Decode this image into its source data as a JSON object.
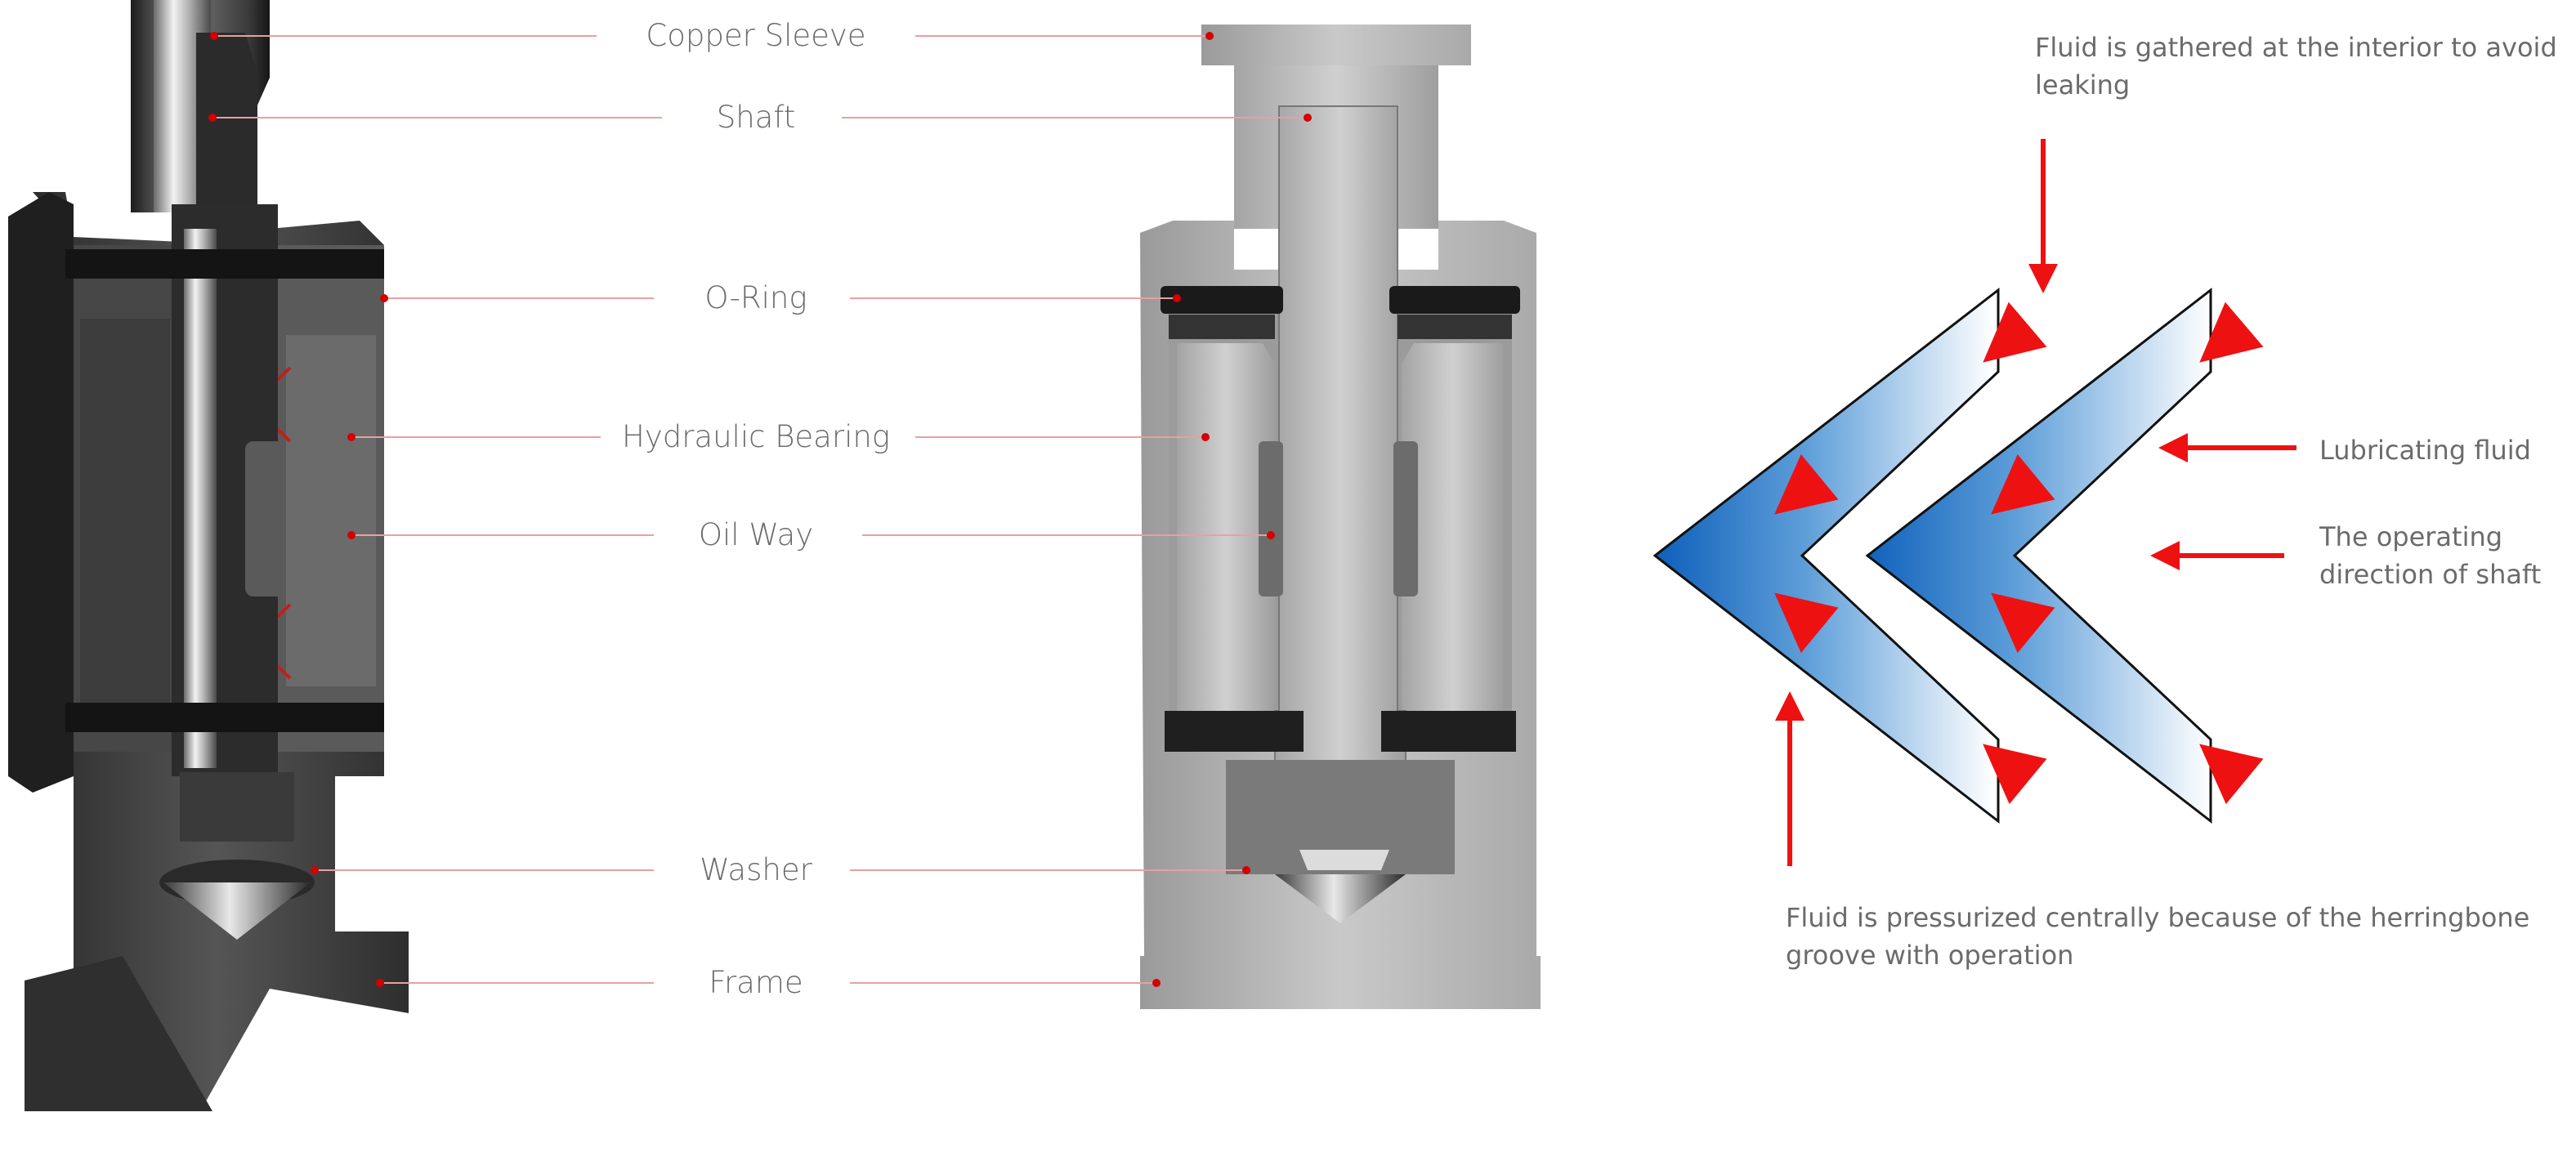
{
  "component_labels": [
    {
      "id": "copper-sleeve",
      "text": "Copper  Sleeve"
    },
    {
      "id": "shaft",
      "text": "Shaft"
    },
    {
      "id": "o-ring",
      "text": "O-Ring"
    },
    {
      "id": "hydraulic-bearing",
      "text": "Hydraulic Bearing"
    },
    {
      "id": "oil-way",
      "text": "Oil Way"
    },
    {
      "id": "washer",
      "text": "Washer"
    },
    {
      "id": "frame",
      "text": "Frame"
    }
  ],
  "groove_notes": {
    "top": "Fluid is gathered at the interior to avoid leaking",
    "lubricating": "Lubricating fluid",
    "direction": "The operating direction of shaft",
    "bottom": "Fluid is pressurized centrally because of the herringbone groove with operation"
  },
  "colors": {
    "leader_line": "#e8a0a0",
    "leader_dot": "#d40000",
    "arrow": "#ee1111",
    "groove_blue": "#1a6fc8",
    "label_text": "#6b6b6b"
  }
}
